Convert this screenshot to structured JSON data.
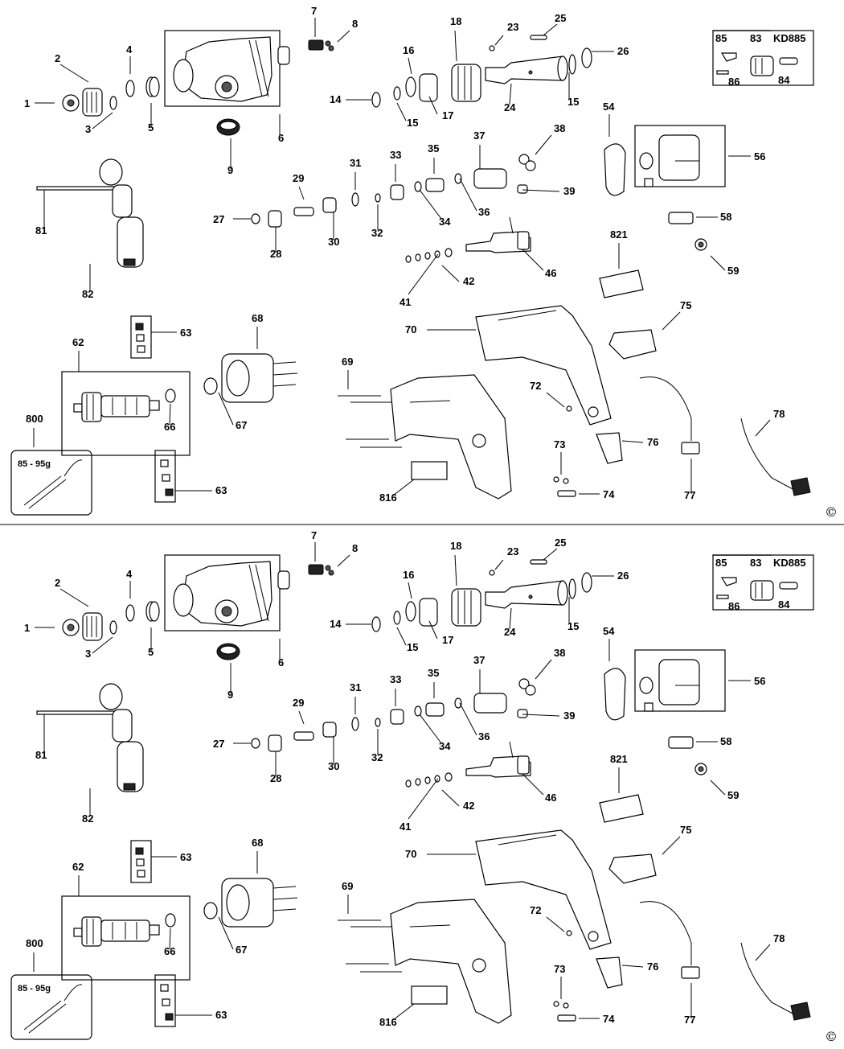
{
  "diagram": {
    "labels": [
      "1",
      "2",
      "3",
      "4",
      "5",
      "6",
      "7",
      "8",
      "9",
      "14",
      "15",
      "15",
      "16",
      "17",
      "18",
      "23",
      "24",
      "25",
      "26",
      "27",
      "28",
      "29",
      "30",
      "31",
      "32",
      "33",
      "34",
      "35",
      "36",
      "37",
      "38",
      "39",
      "41",
      "42",
      "46",
      "54",
      "56",
      "58",
      "59",
      "62",
      "63",
      "63",
      "66",
      "67",
      "68",
      "69",
      "70",
      "72",
      "73",
      "74",
      "75",
      "76",
      "77",
      "78",
      "81",
      "82",
      "800",
      "816",
      "821",
      "83",
      "84",
      "85",
      "86"
    ],
    "kd_box": {
      "title": "KD885",
      "labels": [
        "85",
        "83",
        "86",
        "84"
      ]
    },
    "grease_caption": "85 - 95g",
    "copyright": "©"
  }
}
